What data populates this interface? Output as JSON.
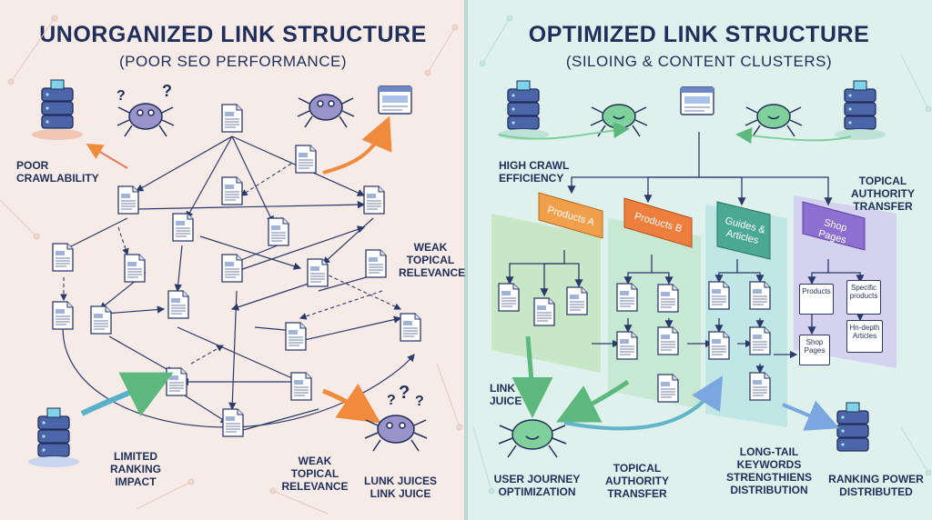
{
  "colors": {
    "left_bg": "#f6ebe6",
    "right_bg": "#dff1ec",
    "navy": "#1f2f5a",
    "orange": "#f08a3c",
    "green": "#6bbf7e",
    "teal": "#45b0a4",
    "purple": "#8c6fd1"
  },
  "left": {
    "title": "UNORGANIZED LINK STRUCTURE",
    "subtitle": "(POOR SEO PERFORMANCE)",
    "labels": {
      "poor_crawlability": "POOR\nCRAWLABILITY",
      "weak_topical_relevance_right": "WEAK\nTOPICAL\nRELEVANCE",
      "limited_ranking_impact": "LIMITED\nRANKING\nIMPACT",
      "weak_topical_relevance_bottom": "WEAK\nTOPICAL\nRELEVANCE",
      "link_juice": "LUNK JUICES\nLINK JUICE"
    }
  },
  "right": {
    "title": "OPTIMIZED LINK STRUCTURE",
    "subtitle": "(SILOING & CONTENT CLUSTERS)",
    "labels": {
      "high_crawl_efficiency": "HIGH CRAWL\nEFFICIENCY",
      "topical_authority_transfer_top": "TOPICAL\nAUTHORITY\nTRANSFER",
      "link_juice": "LINK\nJUICE",
      "user_journey": "USER JOURNEY\nOPTIMIZATION",
      "topical_authority_transfer_bottom": "TOPICAL\nAUTHORITY\nTRANSFER",
      "long_tail": "LONG-TAIL\nKEYWORDS\nSTRENGTHIENS\nDISTRIBUTION",
      "ranking_power": "RANKING POWER\nDISTRIBUTED"
    },
    "categories": {
      "products_a": "Products A",
      "products_b": "Products B",
      "guides": "Guides &\nArticles",
      "shop": "Shop Pages"
    },
    "subpages": {
      "products": "Products",
      "specific": "Specific\nproducts",
      "indepth": "Hn-depth\nArticles",
      "shop": "Shop\nPages"
    }
  },
  "icons": [
    "server-icon",
    "spider-icon",
    "question-mark-icon",
    "browser-window-icon",
    "document-icon"
  ]
}
